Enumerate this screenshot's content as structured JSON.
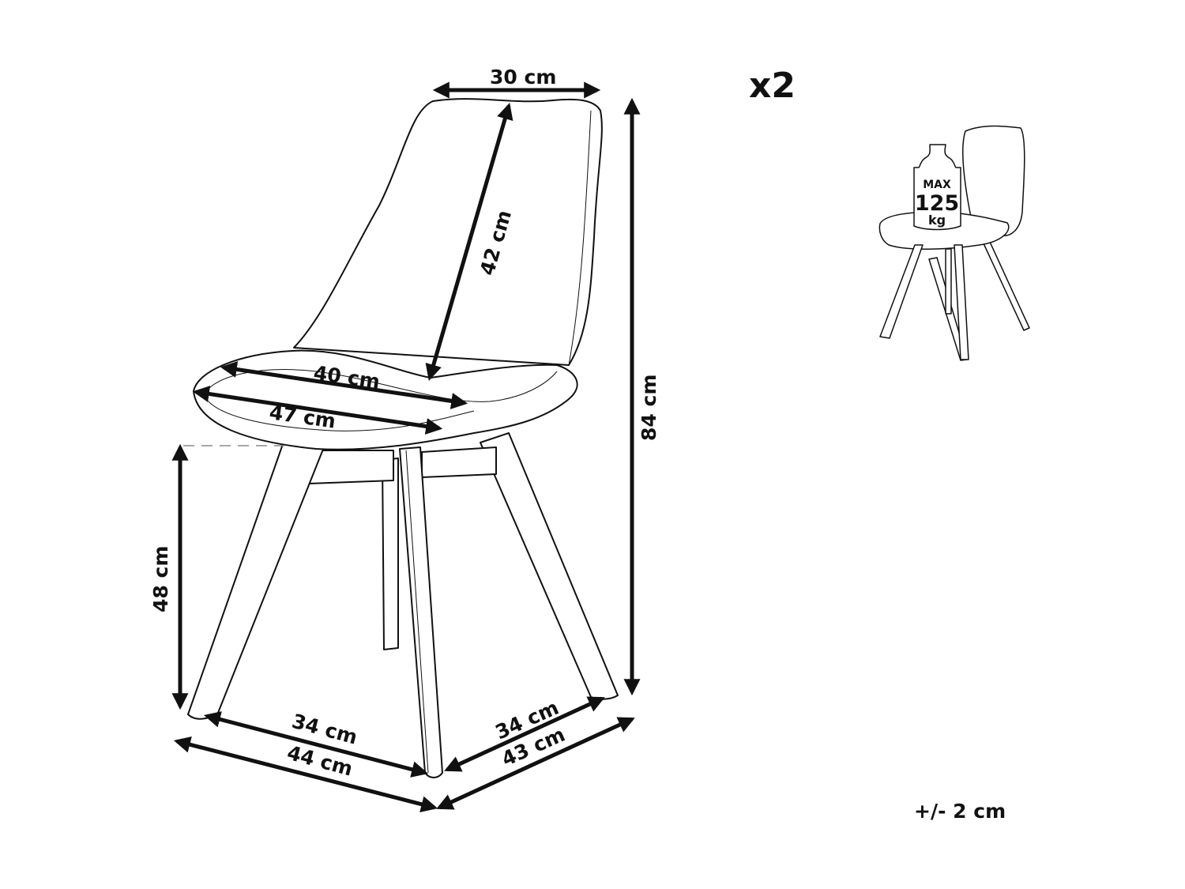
{
  "diagram": {
    "type": "product-dimensions",
    "subject": "dining chair",
    "quantity_label": "x2",
    "tolerance_label": "+/- 2 cm",
    "dimensions": {
      "backrest_width": "30 cm",
      "backrest_height": "42 cm",
      "seat_depth": "40 cm",
      "seat_width": "47 cm",
      "seat_height": "48 cm",
      "total_height": "84 cm",
      "leg_span_front_inner": "34 cm",
      "leg_span_front_outer": "44 cm",
      "leg_span_side_inner": "34 cm",
      "leg_span_side_outer": "43 cm"
    },
    "max_load": {
      "line1": "MAX",
      "line2": "125",
      "line3": "kg"
    },
    "colors": {
      "line": "#111111",
      "background": "#ffffff",
      "guide_dash": "#888888"
    }
  }
}
